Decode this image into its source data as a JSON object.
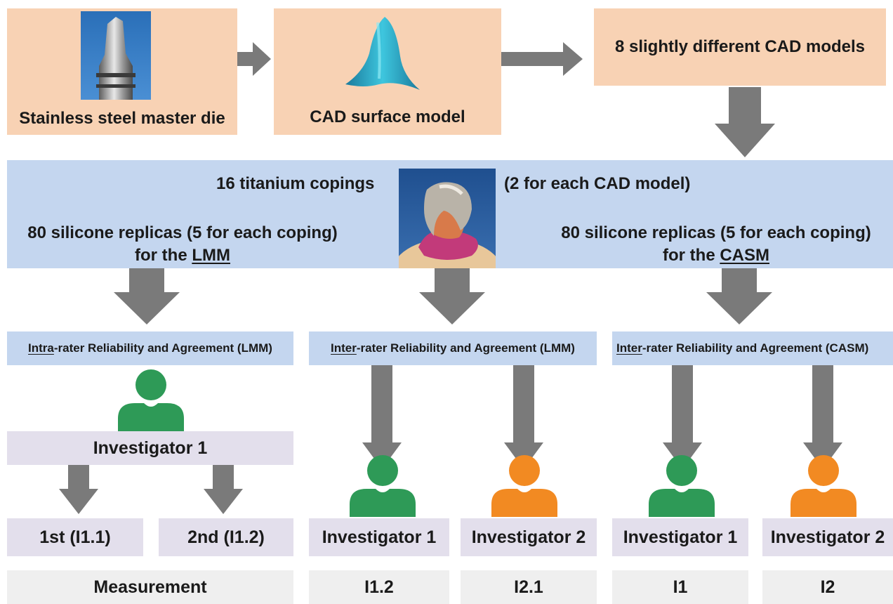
{
  "top_row": {
    "master_die_label": "Stainless steel master die",
    "cad_surface_label": "CAD surface model",
    "cad_models_label": "8 slightly different CAD models"
  },
  "copings_panel": {
    "copings_label": "16 titanium copings",
    "copings_note": "(2 for each CAD model)",
    "lmm_replicas_line1": "80 silicone replicas  (5 for each coping)",
    "lmm_replicas_prefix": "for the ",
    "lmm_method": "LMM",
    "casm_replicas_line1": "80 silicone replicas (5 for each coping)",
    "casm_replicas_prefix": "for the ",
    "casm_method": "CASM"
  },
  "categories": {
    "intra": {
      "prefix": "Intra",
      "rest": "-rater Reliability and Agreement (LMM)"
    },
    "inter_lmm": {
      "prefix": "Inter",
      "rest": "-rater Reliability and Agreement (LMM)"
    },
    "inter_casm": {
      "prefix": "Inter",
      "rest": "-rater Reliability and Agreement (CASM)"
    }
  },
  "investigators": {
    "intra_investigator": "Investigator 1",
    "first": "1st (I1.1)",
    "second": "2nd (I1.2)",
    "lmm_inv1": "Investigator 1",
    "lmm_inv2": "Investigator 2",
    "casm_inv1": "Investigator 1",
    "casm_inv2": "Investigator 2"
  },
  "measurement_row": {
    "measurement_label": "Measurement",
    "m1": "I1.2",
    "m2": "I2.1",
    "m3": "I1",
    "m4": "I2"
  },
  "colors": {
    "peach": "#f8d2b4",
    "blue_panel": "#c4d6ef",
    "lavender": "#e3dfec",
    "arrow_grey": "#7a7a7a",
    "investigator_green": "#2e9a57",
    "investigator_orange": "#f28a22"
  },
  "icons": [
    "master-die-photo",
    "cad-surface-model-image",
    "titanium-coping-photo",
    "person-icon",
    "arrow-right-icon",
    "arrow-down-icon"
  ]
}
